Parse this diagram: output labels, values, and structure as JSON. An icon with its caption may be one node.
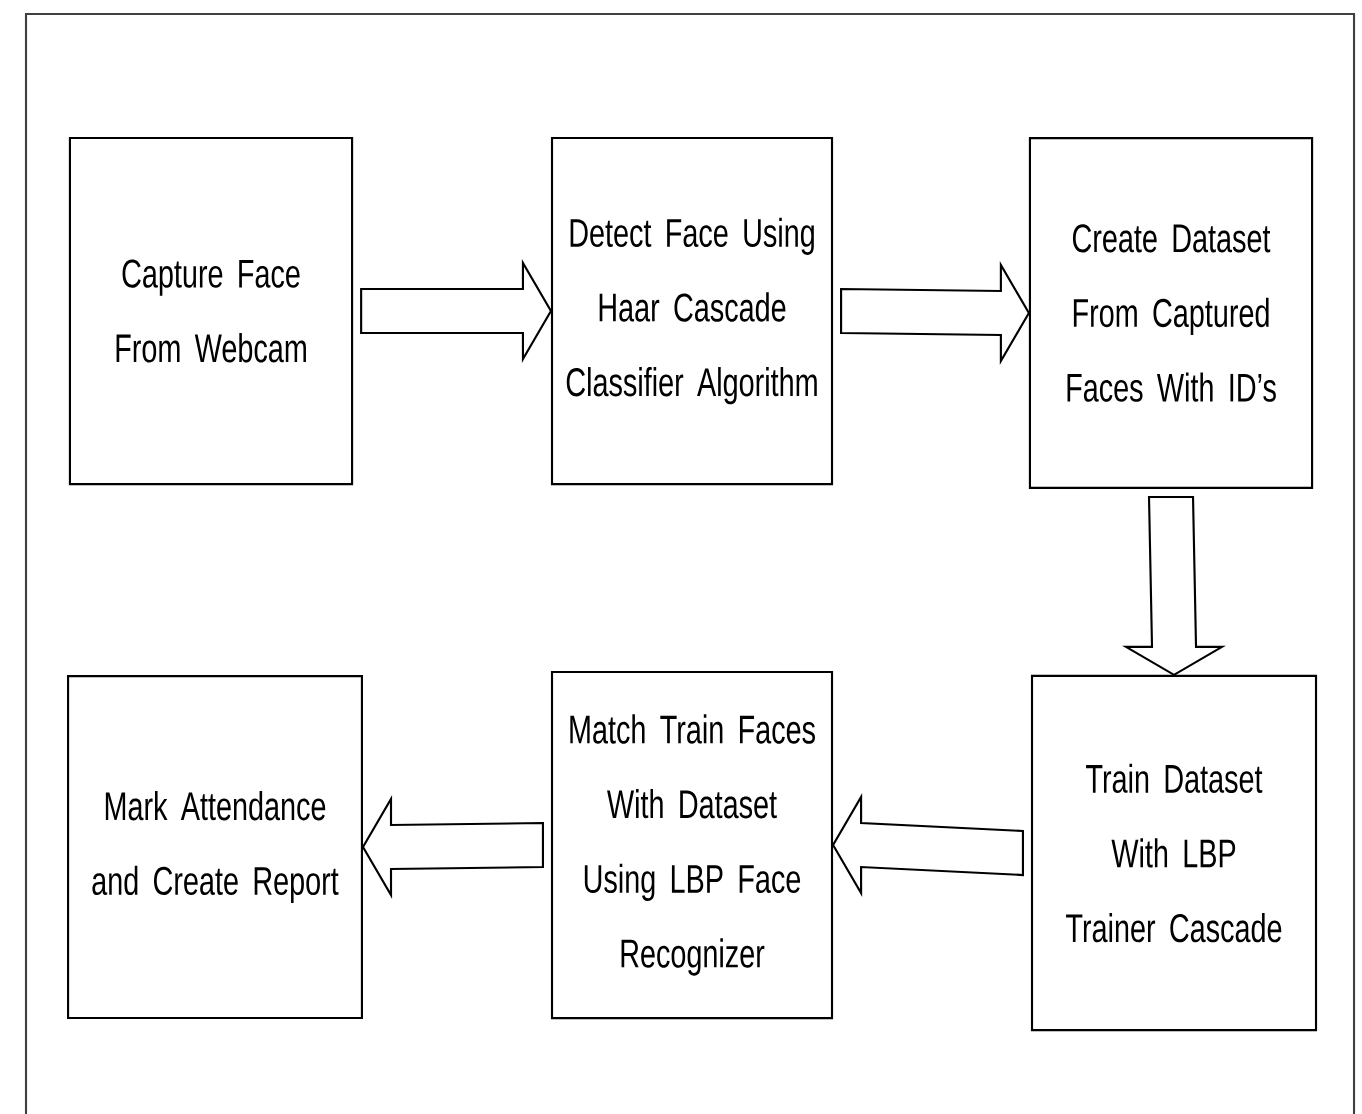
{
  "diagram": {
    "nodes": [
      {
        "text": [
          "Capture Face From Webcam"
        ]
      },
      {
        "text": [
          "Detect Face Using Haar Cascade Classifier Algorithm"
        ]
      },
      {
        "text": [
          "Create Dataset From Captured Faces With ID’s"
        ]
      },
      {
        "text": [
          "Mark Attendance and Create Report"
        ]
      },
      {
        "text": [
          "Match Train Faces With Dataset Using LBP Face Recognizer"
        ]
      },
      {
        "text": [
          "Train Dataset With LBP Trainer Cascade"
        ]
      }
    ],
    "edges": [
      {
        "from": 0,
        "to": 1,
        "arrow": "to"
      },
      {
        "from": 1,
        "to": 2,
        "arrow": "to"
      },
      {
        "from": 2,
        "to": 5,
        "arrow": "to"
      },
      {
        "from": 5,
        "to": 4,
        "arrow": "to"
      },
      {
        "from": 4,
        "to": 3,
        "arrow": "to"
      }
    ]
  }
}
